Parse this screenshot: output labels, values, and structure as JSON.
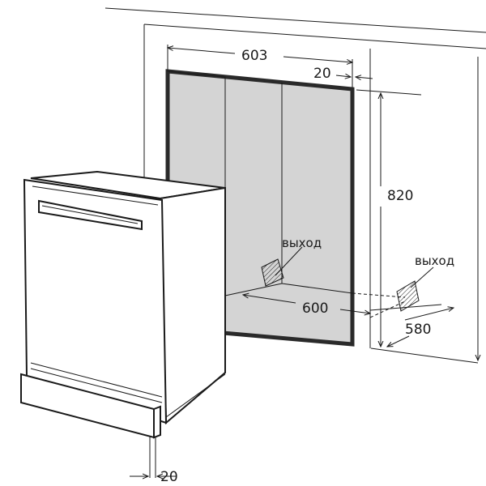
{
  "dimensions": {
    "niche_width": "603",
    "gap_side": "20",
    "niche_height": "820",
    "inner_width": "600",
    "depth": "580",
    "plinth_gap": "20"
  },
  "labels": {
    "outlet_inside": "выход",
    "outlet_side": "выход"
  },
  "colors": {
    "line": "#1a1a1a",
    "niche_fill": "#d4d4d4",
    "frame": "#2a2a2a",
    "background": "#ffffff"
  }
}
